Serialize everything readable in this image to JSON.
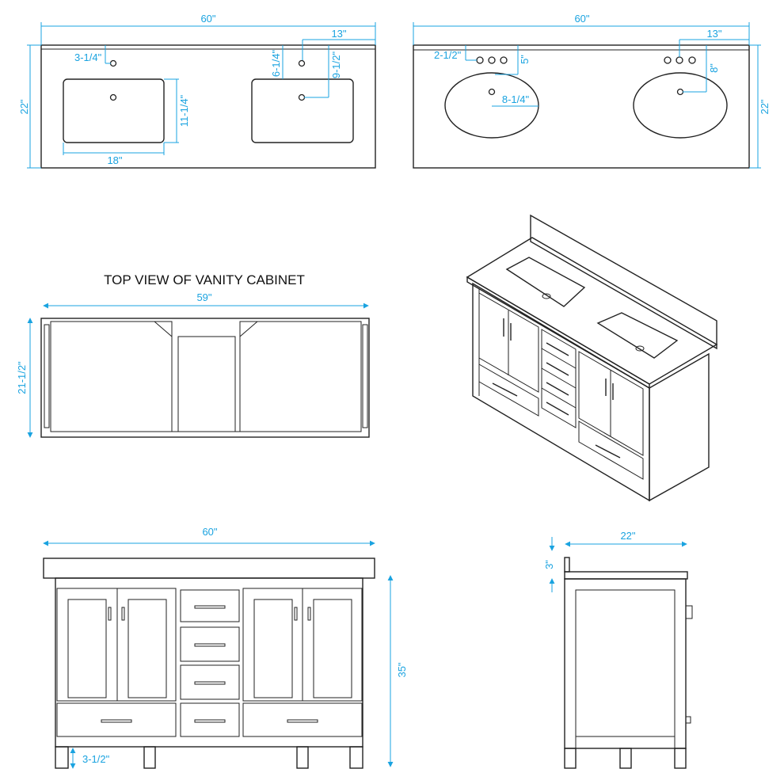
{
  "colors": {
    "dimension": "#1aa3e0",
    "outline": "#222222"
  },
  "top_view_rect_sinks": {
    "width": "60\"",
    "faucet_offset": "13\"",
    "depth": "22\"",
    "hole_setback": "3-1/4\"",
    "sink_setback": "6-1/4\"",
    "drain_setback": "9-1/2\"",
    "sink_depth": "11-1/4\"",
    "sink_width": "18\""
  },
  "top_view_oval_sinks": {
    "width": "60\"",
    "faucet_offset": "13\"",
    "depth": "22\"",
    "hole_setback": "2-1/2\"",
    "sink_setback": "5\"",
    "drain_radius": "8-1/4\"",
    "drain_setback": "8\""
  },
  "cabinet_top_view": {
    "title": "TOP VIEW OF VANITY CABINET",
    "width": "59\"",
    "depth": "21-1/2\""
  },
  "front_view": {
    "width": "60\"",
    "height": "35\"",
    "leg_height": "3-1/2\""
  },
  "side_view": {
    "depth": "22\"",
    "backsplash": "3\""
  }
}
